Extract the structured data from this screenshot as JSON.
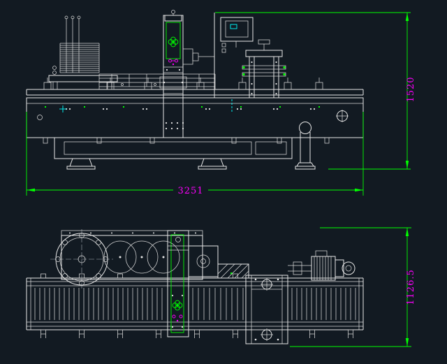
{
  "viewport": {
    "background": "#121a22"
  },
  "palette": {
    "geometry_white": "#e8e8e8",
    "dimension_green": "#00ff00",
    "dimension_text_magenta": "#ff00ff",
    "detail_cyan": "#00ffff"
  },
  "views": {
    "front_elevation": {
      "dim_width": "3251",
      "dim_height": "1520"
    },
    "top_plan": {
      "dim_depth": "1126.5"
    }
  }
}
